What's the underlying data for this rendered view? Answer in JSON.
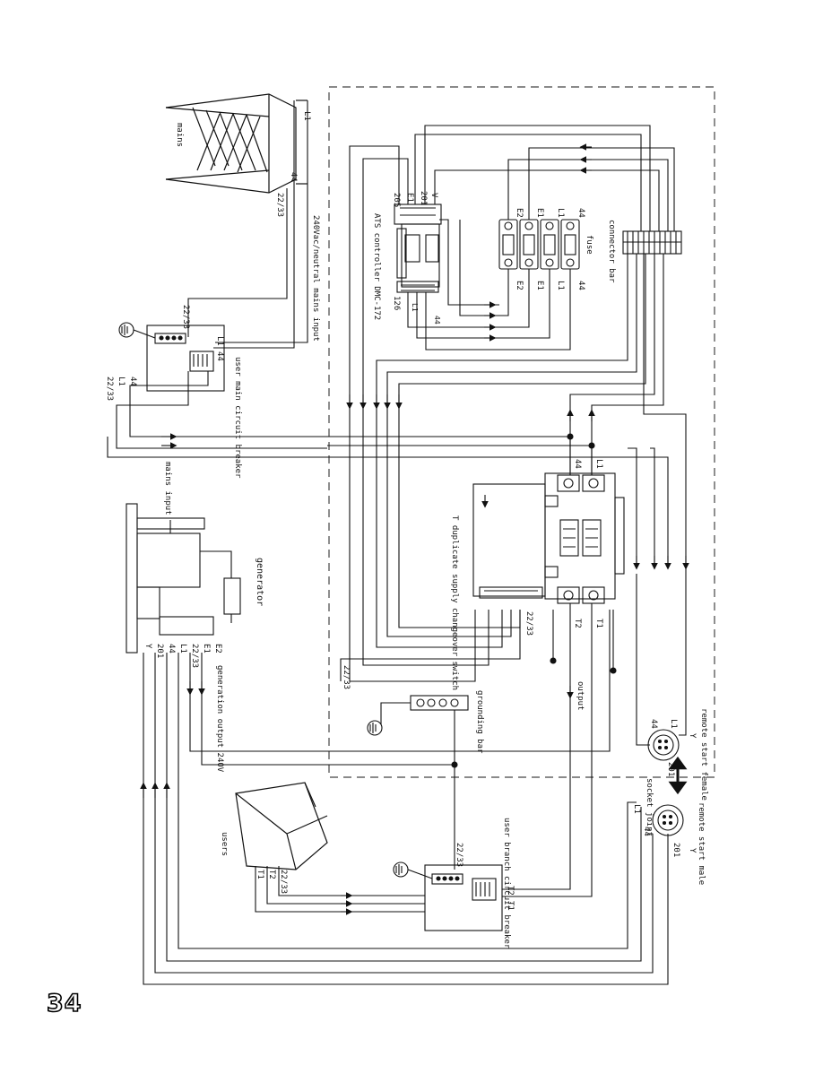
{
  "page_number": "34",
  "components": {
    "mains": "mains",
    "mains_input_label": "240Vac/neutral mains input",
    "mains_input": "mains input",
    "main_breaker": "user main circuit breaker",
    "ats_controller": "ATS controller DMC-172",
    "fuse": "fuse",
    "connector_bar": "connector bar",
    "changeover": "T duplicate supply changeover switch",
    "generator": "generator",
    "generation_output": "generation output 240V",
    "grounding_bar": "grounding bar",
    "output": "output",
    "users": "users",
    "branch_breaker": "user branch circuit breaker",
    "remote_female": "remote start female",
    "remote_male": "remote start male",
    "socket_joint": "socket joint"
  },
  "terminals": {
    "L1": "L1",
    "E1": "E1",
    "E2": "E2",
    "T1": "T1",
    "T2": "T2",
    "n44": "44",
    "n2233": "22/33",
    "n201": "201",
    "n205": "205",
    "n126": "126",
    "V": "V",
    "Y": "Y"
  },
  "colors": {
    "line": "#111111",
    "dashed_border": "#444444",
    "background": "#ffffff"
  }
}
